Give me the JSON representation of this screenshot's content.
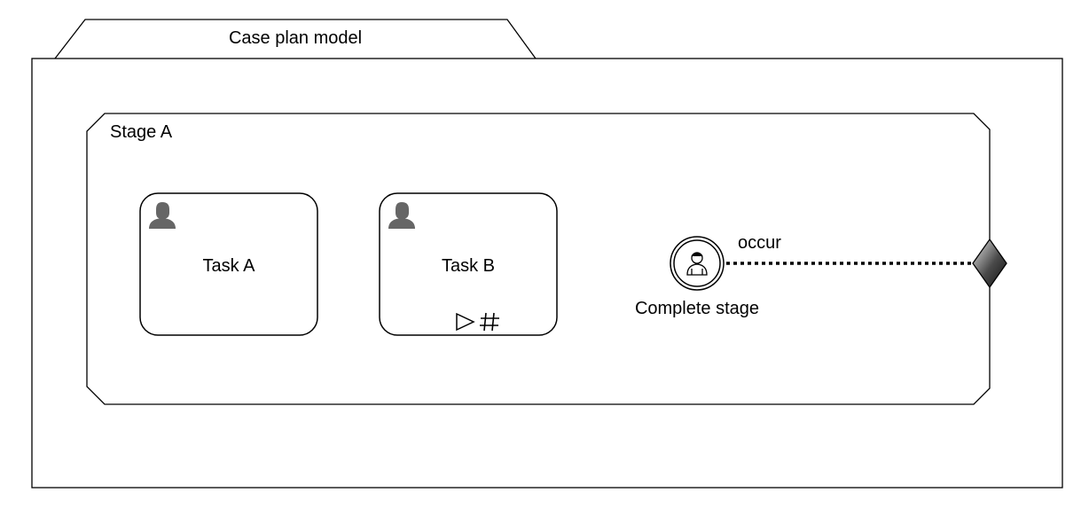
{
  "case_plan_model": {
    "title": "Case plan model",
    "stage": {
      "title": "Stage A",
      "tasks": [
        {
          "label": "Task A",
          "icon": "user-icon",
          "markers": []
        },
        {
          "label": "Task B",
          "icon": "user-icon",
          "markers": [
            "manual-activation-marker-icon",
            "repetition-marker-icon"
          ]
        }
      ],
      "event_listener": {
        "label": "Complete stage",
        "icon": "user-event-listener-icon"
      },
      "connector": {
        "label": "occur",
        "style": "dotted"
      },
      "exit_criterion": {
        "icon": "exit-criterion-icon",
        "fill": "#333333"
      }
    }
  },
  "colors": {
    "stroke": "#000000",
    "icon_gray": "#666666",
    "background": "#ffffff"
  }
}
